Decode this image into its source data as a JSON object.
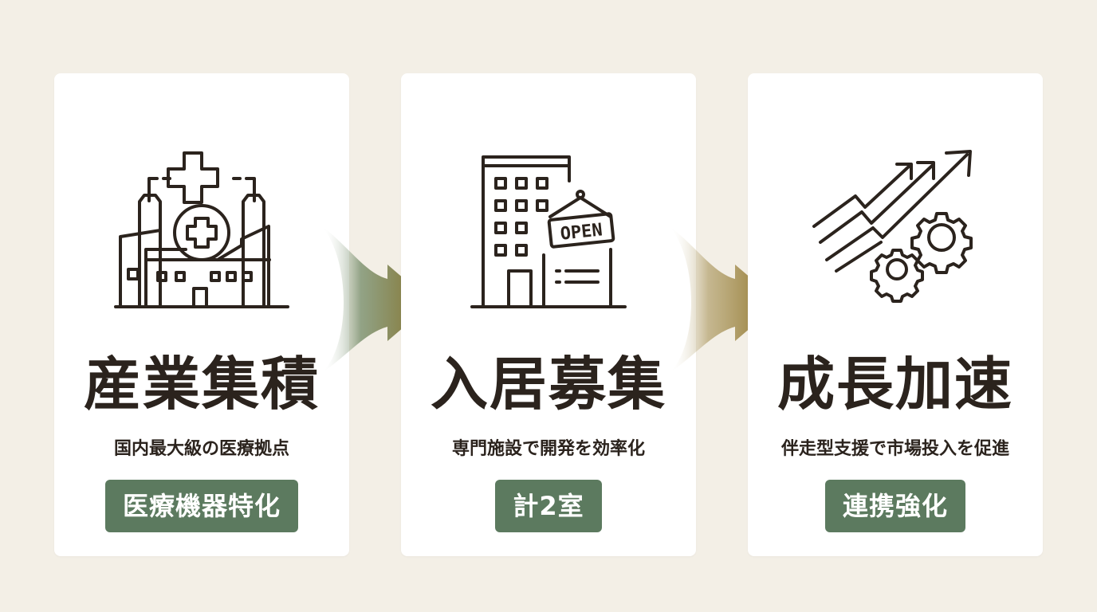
{
  "colors": {
    "background": "#f3efe6",
    "card": "#ffffff",
    "text": "#2b231d",
    "badge": "#5c7a5f",
    "arrow_green": "#5e7a52",
    "arrow_gold": "#8a6d1e"
  },
  "steps": [
    {
      "icon": "factory-medical-cross-icon",
      "title": "産業集積",
      "subtitle": "国内最大級の医療拠点",
      "badge": "医療機器特化"
    },
    {
      "icon": "building-open-sign-icon",
      "title": "入居募集",
      "subtitle": "専門施設で開発を効率化",
      "badge": "計2室",
      "sign_text": "OPEN"
    },
    {
      "icon": "growth-arrows-gears-icon",
      "title": "成長加速",
      "subtitle": "伴走型支援で市場投入を促進",
      "badge": "連携強化"
    }
  ],
  "connectors": [
    {
      "icon": "flow-arrow-icon"
    },
    {
      "icon": "flow-arrow-icon"
    }
  ]
}
